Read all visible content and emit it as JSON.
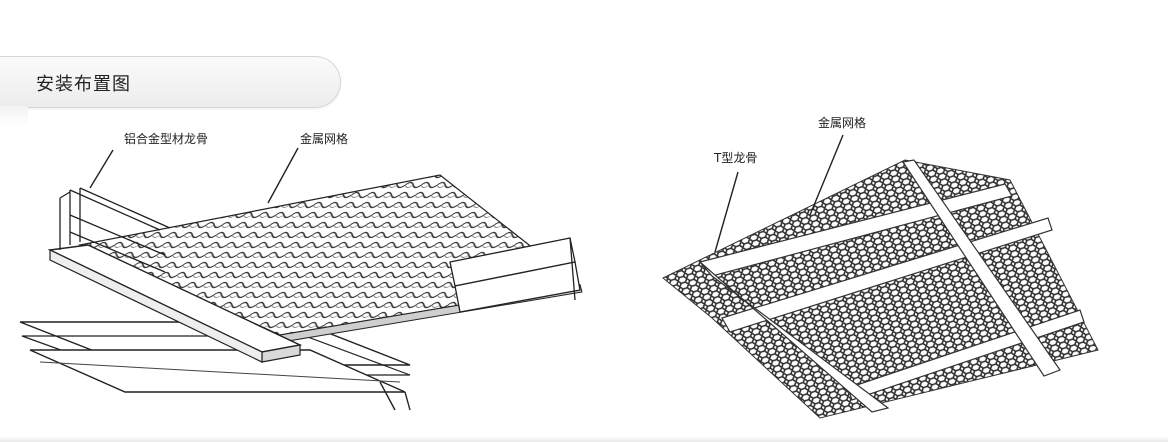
{
  "header": {
    "title": "安装布置图"
  },
  "left_diagram": {
    "label_keel": "铝合金型材龙骨",
    "label_mesh": "金属网格"
  },
  "right_diagram": {
    "label_tkeel": "T型龙骨",
    "label_mesh": "金属网格"
  }
}
